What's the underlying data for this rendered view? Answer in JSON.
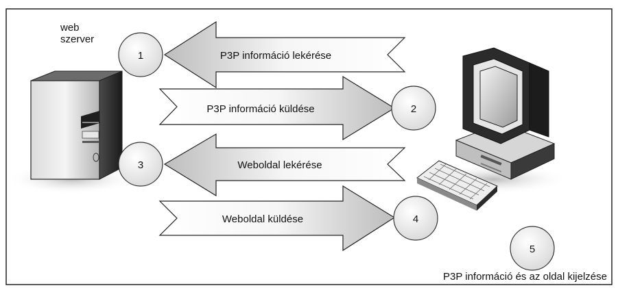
{
  "server_label_lines": [
    "web",
    "szerver"
  ],
  "steps": [
    {
      "number": "1",
      "label": "P3P információ lekérése"
    },
    {
      "number": "2",
      "label": "P3P információ küldése"
    },
    {
      "number": "3",
      "label": "Weboldal lekérése"
    },
    {
      "number": "4",
      "label": "Weboldal küldése"
    },
    {
      "number": "5",
      "label": "P3P információ és az oldal kijelzése"
    }
  ],
  "colors": {
    "arrow_fill_light": "#f4f4f4",
    "arrow_fill_dark": "#bdbdbd",
    "circle_fill": "#e8e8e8",
    "outline": "#222222"
  }
}
